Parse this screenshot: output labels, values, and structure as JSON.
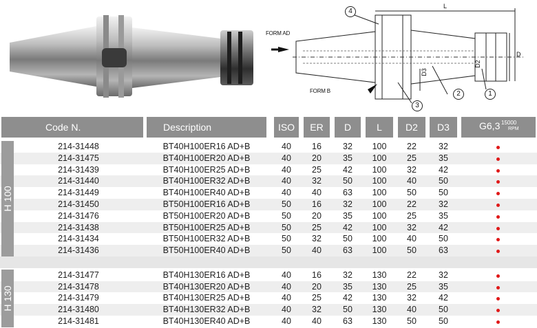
{
  "diagram": {
    "form_ad": "FORM AD",
    "form_b": "FORM B",
    "dim_l": "L",
    "dim_d": "D",
    "dim_d2": "D2",
    "dim_d3": "D3",
    "callouts": [
      "1",
      "2",
      "3",
      "4"
    ]
  },
  "table": {
    "headers": {
      "code": "Code N.",
      "description": "Description",
      "iso": "ISO",
      "er": "ER",
      "d": "D",
      "l": "L",
      "d2": "D2",
      "d3": "D3",
      "g_main": "G6,3",
      "g_sup": "15000",
      "g_sub": "RPM"
    },
    "groups": [
      {
        "label": "H 100",
        "rows": [
          {
            "code": "214-31448",
            "desc": "BT40H100ER16 AD+B",
            "iso": "40",
            "er": "16",
            "d": "32",
            "l": "100",
            "d2": "22",
            "d3": "32"
          },
          {
            "code": "214-31475",
            "desc": "BT40H100ER20 AD+B",
            "iso": "40",
            "er": "20",
            "d": "35",
            "l": "100",
            "d2": "25",
            "d3": "35"
          },
          {
            "code": "214-31439",
            "desc": "BT40H100ER25 AD+B",
            "iso": "40",
            "er": "25",
            "d": "42",
            "l": "100",
            "d2": "32",
            "d3": "42"
          },
          {
            "code": "214-31440",
            "desc": "BT40H100ER32 AD+B",
            "iso": "40",
            "er": "32",
            "d": "50",
            "l": "100",
            "d2": "40",
            "d3": "50"
          },
          {
            "code": "214-31449",
            "desc": "BT40H100ER40 AD+B",
            "iso": "40",
            "er": "40",
            "d": "63",
            "l": "100",
            "d2": "50",
            "d3": "50"
          },
          {
            "code": "214-31450",
            "desc": "BT50H100ER16 AD+B",
            "iso": "50",
            "er": "16",
            "d": "32",
            "l": "100",
            "d2": "22",
            "d3": "32"
          },
          {
            "code": "214-31476",
            "desc": "BT50H100ER20 AD+B",
            "iso": "50",
            "er": "20",
            "d": "35",
            "l": "100",
            "d2": "25",
            "d3": "35"
          },
          {
            "code": "214-31438",
            "desc": "BT50H100ER25 AD+B",
            "iso": "50",
            "er": "25",
            "d": "42",
            "l": "100",
            "d2": "32",
            "d3": "42"
          },
          {
            "code": "214-31434",
            "desc": "BT50H100ER32 AD+B",
            "iso": "50",
            "er": "32",
            "d": "50",
            "l": "100",
            "d2": "40",
            "d3": "50"
          },
          {
            "code": "214-31436",
            "desc": "BT50H100ER40 AD+B",
            "iso": "50",
            "er": "40",
            "d": "63",
            "l": "100",
            "d2": "50",
            "d3": "63"
          }
        ]
      },
      {
        "label": "H 130",
        "rows": [
          {
            "code": "214-31477",
            "desc": "BT40H130ER16 AD+B",
            "iso": "40",
            "er": "16",
            "d": "32",
            "l": "130",
            "d2": "22",
            "d3": "32"
          },
          {
            "code": "214-31478",
            "desc": "BT40H130ER20 AD+B",
            "iso": "40",
            "er": "20",
            "d": "35",
            "l": "130",
            "d2": "25",
            "d3": "35"
          },
          {
            "code": "214-31479",
            "desc": "BT40H130ER25 AD+B",
            "iso": "40",
            "er": "25",
            "d": "42",
            "l": "130",
            "d2": "32",
            "d3": "42"
          },
          {
            "code": "214-31480",
            "desc": "BT40H130ER32 AD+B",
            "iso": "40",
            "er": "32",
            "d": "50",
            "l": "130",
            "d2": "40",
            "d3": "50"
          },
          {
            "code": "214-31481",
            "desc": "BT40H130ER40 AD+B",
            "iso": "40",
            "er": "40",
            "d": "63",
            "l": "130",
            "d2": "50",
            "d3": "50"
          }
        ]
      }
    ],
    "colors": {
      "header_bg": "#8e8e8e",
      "row_light": "#ffffff",
      "row_alt": "#eeeeee",
      "group_bar": "#9c9c9c",
      "marker": "#e01818"
    }
  }
}
